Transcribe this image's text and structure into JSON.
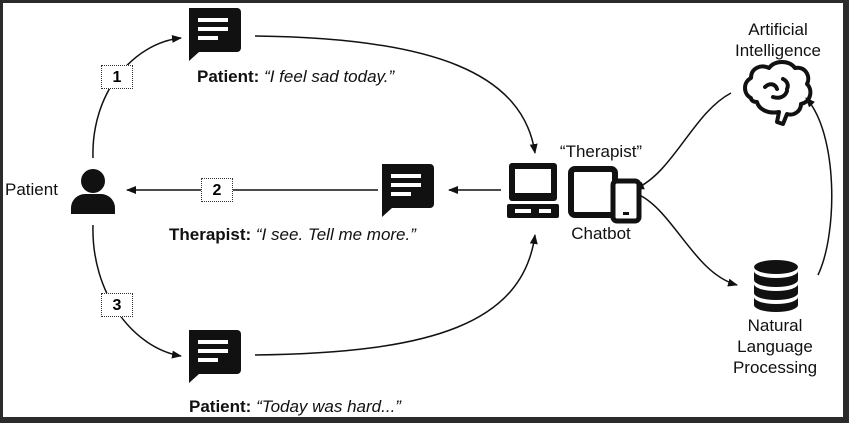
{
  "actors": {
    "patient": "Patient",
    "therapist_line1": "“Therapist”",
    "therapist_line2": "Chatbot",
    "ai_line1": "Artificial",
    "ai_line2": "Intelligence",
    "nlp_line1": "Natural",
    "nlp_line2": "Language",
    "nlp_line3": "Processing"
  },
  "steps": [
    "1",
    "2",
    "3"
  ],
  "messages": [
    {
      "speaker": "Patient:",
      "text": "“I feel sad today.”"
    },
    {
      "speaker": "Therapist:",
      "text": "“I see. Tell me more.”"
    },
    {
      "speaker": "Patient:",
      "text": "“Today was hard...”"
    }
  ],
  "icons": {
    "chat_bubble": "chat-bubble-icon",
    "person": "person-icon",
    "computer": "desktop-computer-icon",
    "devices": "mobile-devices-icon",
    "brain": "brain-icon",
    "database": "database-icon"
  },
  "colors": {
    "ink": "#111111",
    "background": "#ffffff",
    "frame": "#2b2b2b"
  }
}
